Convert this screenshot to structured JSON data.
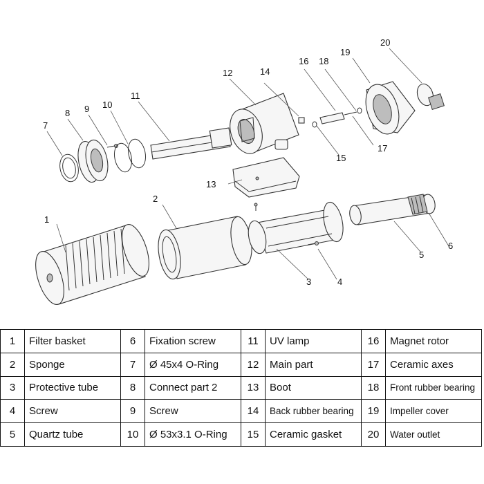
{
  "callouts": [
    "1",
    "2",
    "3",
    "4",
    "5",
    "6",
    "7",
    "8",
    "9",
    "10",
    "11",
    "12",
    "13",
    "14",
    "15",
    "16",
    "17",
    "18",
    "19",
    "20"
  ],
  "legend": [
    [
      {
        "num": "1",
        "label": "Filter basket"
      },
      {
        "num": "6",
        "label": "Fixation screw"
      },
      {
        "num": "11",
        "label": "UV lamp"
      },
      {
        "num": "16",
        "label": "Magnet rotor"
      }
    ],
    [
      {
        "num": "2",
        "label": "Sponge"
      },
      {
        "num": "7",
        "label": "Ø 45x4 O-Ring"
      },
      {
        "num": "12",
        "label": "Main part"
      },
      {
        "num": "17",
        "label": "Ceramic axes"
      }
    ],
    [
      {
        "num": "3",
        "label": "Protective tube"
      },
      {
        "num": "8",
        "label": "Connect part 2"
      },
      {
        "num": "13",
        "label": "Boot"
      },
      {
        "num": "18",
        "label": "Front rubber bearing"
      }
    ],
    [
      {
        "num": "4",
        "label": "Screw"
      },
      {
        "num": "9",
        "label": "Screw"
      },
      {
        "num": "14",
        "label": "Back rubber bearing"
      },
      {
        "num": "19",
        "label": "Impeller cover"
      }
    ],
    [
      {
        "num": "5",
        "label": "Quartz tube"
      },
      {
        "num": "10",
        "label": "Ø 53x3.1 O-Ring"
      },
      {
        "num": "15",
        "label": "Ceramic gasket"
      },
      {
        "num": "20",
        "label": "Water outlet"
      }
    ]
  ]
}
